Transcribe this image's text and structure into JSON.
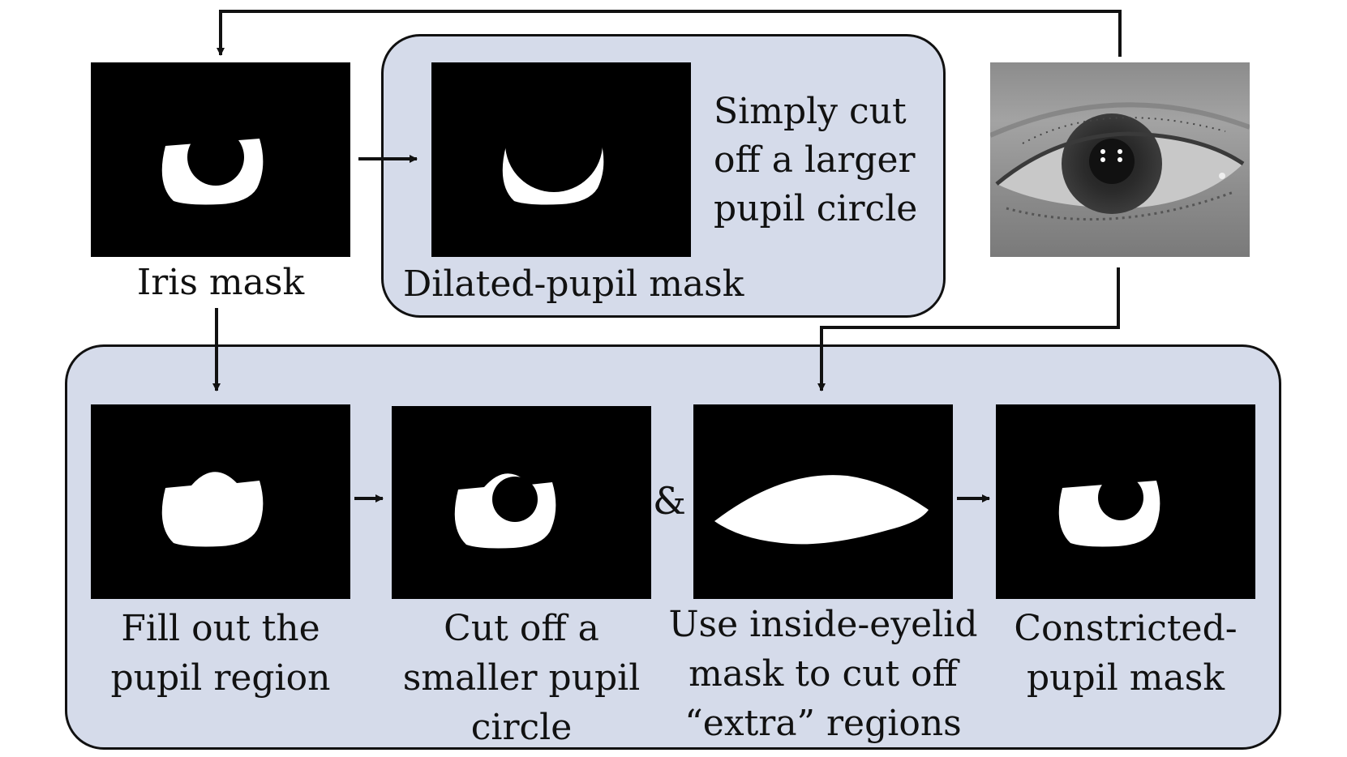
{
  "top_row": {
    "iris_mask_label": "Iris mask",
    "dilated_label": "Dilated-pupil mask",
    "dilated_note": [
      "Simply cut",
      "off a larger",
      "pupil circle"
    ]
  },
  "bottom_row": {
    "step1": [
      "Fill out the",
      "pupil region"
    ],
    "step2": [
      "Cut off a",
      "smaller pupil",
      "circle"
    ],
    "operator": "&",
    "step3": [
      "Use inside-eyelid",
      "mask to cut off",
      "“extra” regions"
    ],
    "step4": [
      "Constricted-",
      "pupil mask"
    ]
  },
  "colors": {
    "panel": "#d5dbea",
    "line": "#111111",
    "mask": "#000000",
    "region": "#ffffff"
  }
}
